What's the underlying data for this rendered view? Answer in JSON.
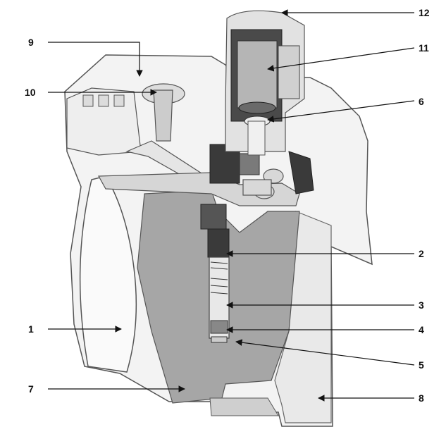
{
  "labels": {
    "l1": "1",
    "l2": "2",
    "l3": "3",
    "l4": "4",
    "l5": "5",
    "l6": "6",
    "l7": "7",
    "l8": "8",
    "l9": "9",
    "l10": "10",
    "l11": "11",
    "l12": "12"
  },
  "colors": {
    "body_shell": "#f2f2f2",
    "outline": "#555555",
    "reservoir": "#a6a6a6",
    "dark_part": "#3a3a3a",
    "medium_part": "#8c8c8c",
    "leader_line": "#111111"
  }
}
